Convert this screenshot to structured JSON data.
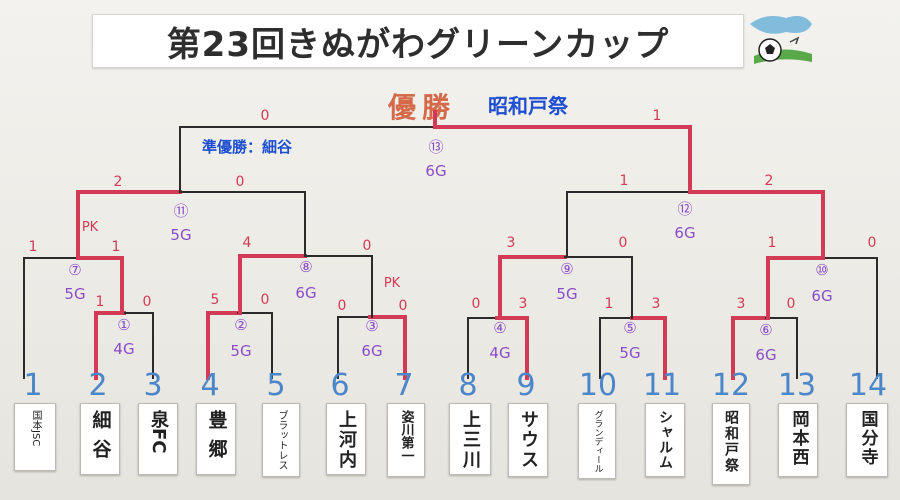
{
  "title": "第23回きぬがわグリーンカップ",
  "champion": {
    "label": "優勝",
    "team": "昭和戸祭"
  },
  "runner_up": {
    "label": "準優勝：細谷"
  },
  "teams": [
    {
      "seed": "1",
      "name": "国本JSC"
    },
    {
      "seed": "2",
      "name": "細谷"
    },
    {
      "seed": "3",
      "name": "泉FC"
    },
    {
      "seed": "4",
      "name": "豊郷"
    },
    {
      "seed": "5",
      "name": "ブラットレス"
    },
    {
      "seed": "6",
      "name": "上河内"
    },
    {
      "seed": "7",
      "name": "姿川第一"
    },
    {
      "seed": "8",
      "name": "上三川"
    },
    {
      "seed": "9",
      "name": "サウス"
    },
    {
      "seed": "10",
      "name": "グランディール"
    },
    {
      "seed": "11",
      "name": "シャルム"
    },
    {
      "seed": "12",
      "name": "昭和戸祭"
    },
    {
      "seed": "13",
      "name": "岡本西"
    },
    {
      "seed": "14",
      "name": "国分寺"
    }
  ],
  "matches": [
    {
      "no": "①",
      "goals": "4G",
      "score_left": "1",
      "score_right": "0"
    },
    {
      "no": "②",
      "goals": "5G",
      "score_left": "5",
      "score_right": "0"
    },
    {
      "no": "③",
      "goals": "6G",
      "score_left": "0",
      "score_right": "0",
      "pk": "PK"
    },
    {
      "no": "④",
      "goals": "4G",
      "score_left": "0",
      "score_right": "3"
    },
    {
      "no": "⑤",
      "goals": "5G",
      "score_left": "1",
      "score_right": "3"
    },
    {
      "no": "⑥",
      "goals": "6G",
      "score_left": "3",
      "score_right": "0"
    },
    {
      "no": "⑦",
      "goals": "5G",
      "score_left": "1",
      "score_right": "1"
    },
    {
      "no": "⑧",
      "goals": "6G",
      "score_left": "4",
      "score_right": "0"
    },
    {
      "no": "⑨",
      "goals": "5G",
      "score_left": "3",
      "score_right": "0"
    },
    {
      "no": "⑩",
      "goals": "6G",
      "score_left": "1",
      "score_right": "0"
    },
    {
      "no": "⑪",
      "goals": "5G",
      "score_left": "2",
      "score_right": "0",
      "pk": "PK"
    },
    {
      "no": "⑫",
      "goals": "6G",
      "score_left": "1",
      "score_right": "2"
    },
    {
      "no": "⑬",
      "goals": "6G",
      "score_left": "0",
      "score_right": "1"
    }
  ],
  "colors": {
    "win_line": "#d23a55",
    "line": "#2b2b2b",
    "match_label": "#8a4cc8",
    "seed": "#4b86c8",
    "champion": "#d46a4a",
    "team_blue": "#1f4fd0"
  },
  "icons": {
    "logo": "soccer-ball-icon"
  }
}
